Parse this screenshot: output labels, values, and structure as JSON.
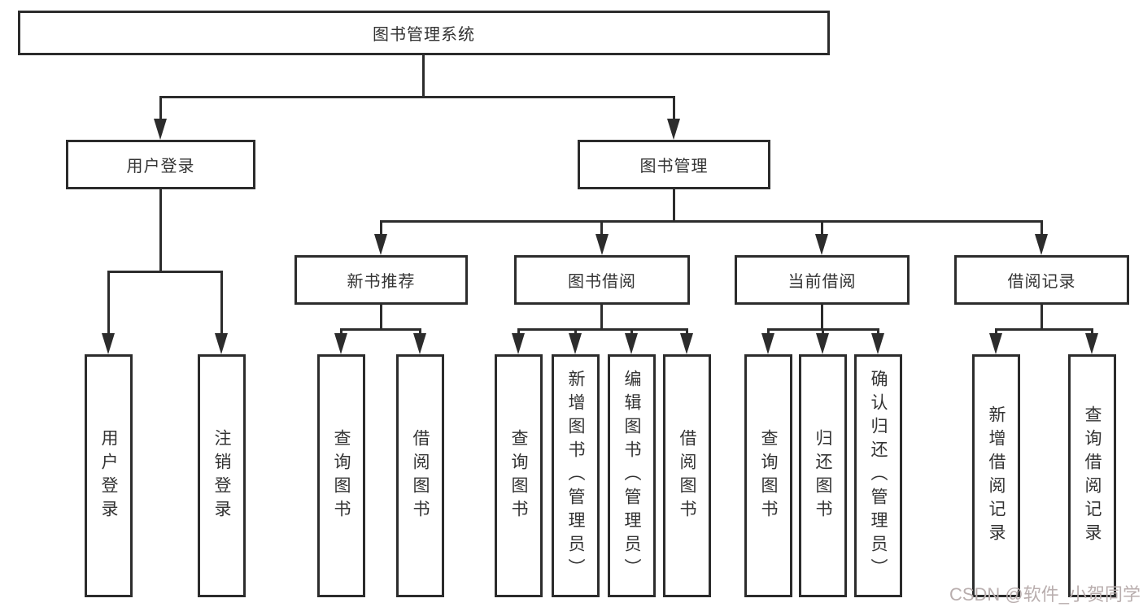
{
  "diagram": {
    "root": {
      "label": "图书管理系统"
    },
    "level1": [
      {
        "label": "用户登录"
      },
      {
        "label": "图书管理"
      }
    ],
    "level2": [
      {
        "label": "新书推荐"
      },
      {
        "label": "图书借阅"
      },
      {
        "label": "当前借阅"
      },
      {
        "label": "借阅记录"
      }
    ],
    "leaves": [
      {
        "label": "用户登录"
      },
      {
        "label": "注销登录"
      },
      {
        "label": "查询图书"
      },
      {
        "label": "借阅图书"
      },
      {
        "label": "查询图书"
      },
      {
        "label": "新增图书（管理员）"
      },
      {
        "label": "编辑图书（管理员）"
      },
      {
        "label": "借阅图书"
      },
      {
        "label": "查询图书"
      },
      {
        "label": "归还图书"
      },
      {
        "label": "确认归还（管理员）"
      },
      {
        "label": "新增借阅记录"
      },
      {
        "label": "查询借阅记录"
      }
    ]
  },
  "watermark": {
    "text": "CSDN @软件_小贺同学"
  },
  "colors": {
    "line": "#2c2c2c",
    "text": "#333333",
    "watermark": "#b9aeae",
    "background": "#ffffff"
  }
}
